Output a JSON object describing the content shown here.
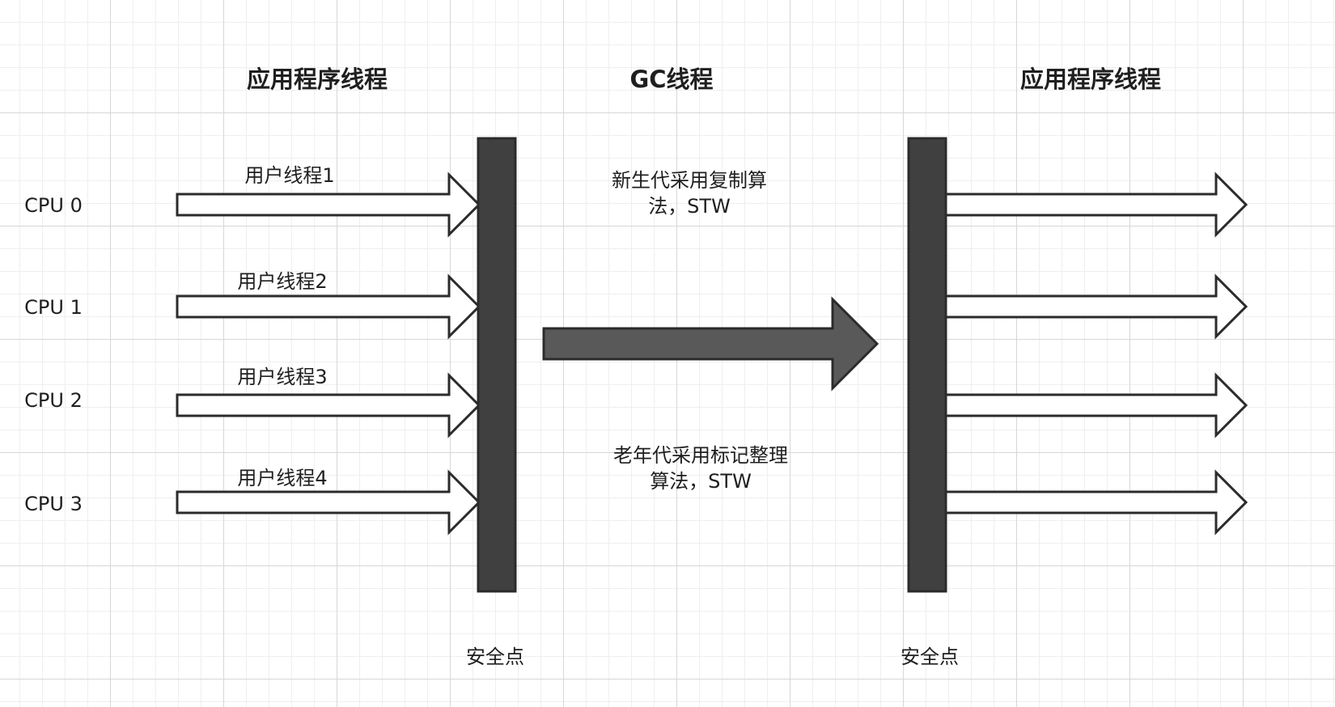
{
  "titles": {
    "left": "应用程序线程",
    "center": "GC线程",
    "right": "应用程序线程"
  },
  "cpus": [
    "CPU 0",
    "CPU 1",
    "CPU 2",
    "CPU 3"
  ],
  "user_threads": [
    "用户线程1",
    "用户线程2",
    "用户线程3",
    "用户线程4"
  ],
  "notes": {
    "young_gen": "新生代采用复制算法，STW",
    "old_gen": "老年代采用标记整理算法，STW"
  },
  "safepoint_label": "安全点",
  "colors": {
    "bar_fill": "#404040",
    "gc_arrow_fill": "#595959",
    "stroke": "#2b2b2b",
    "text": "#1f1f1f"
  }
}
